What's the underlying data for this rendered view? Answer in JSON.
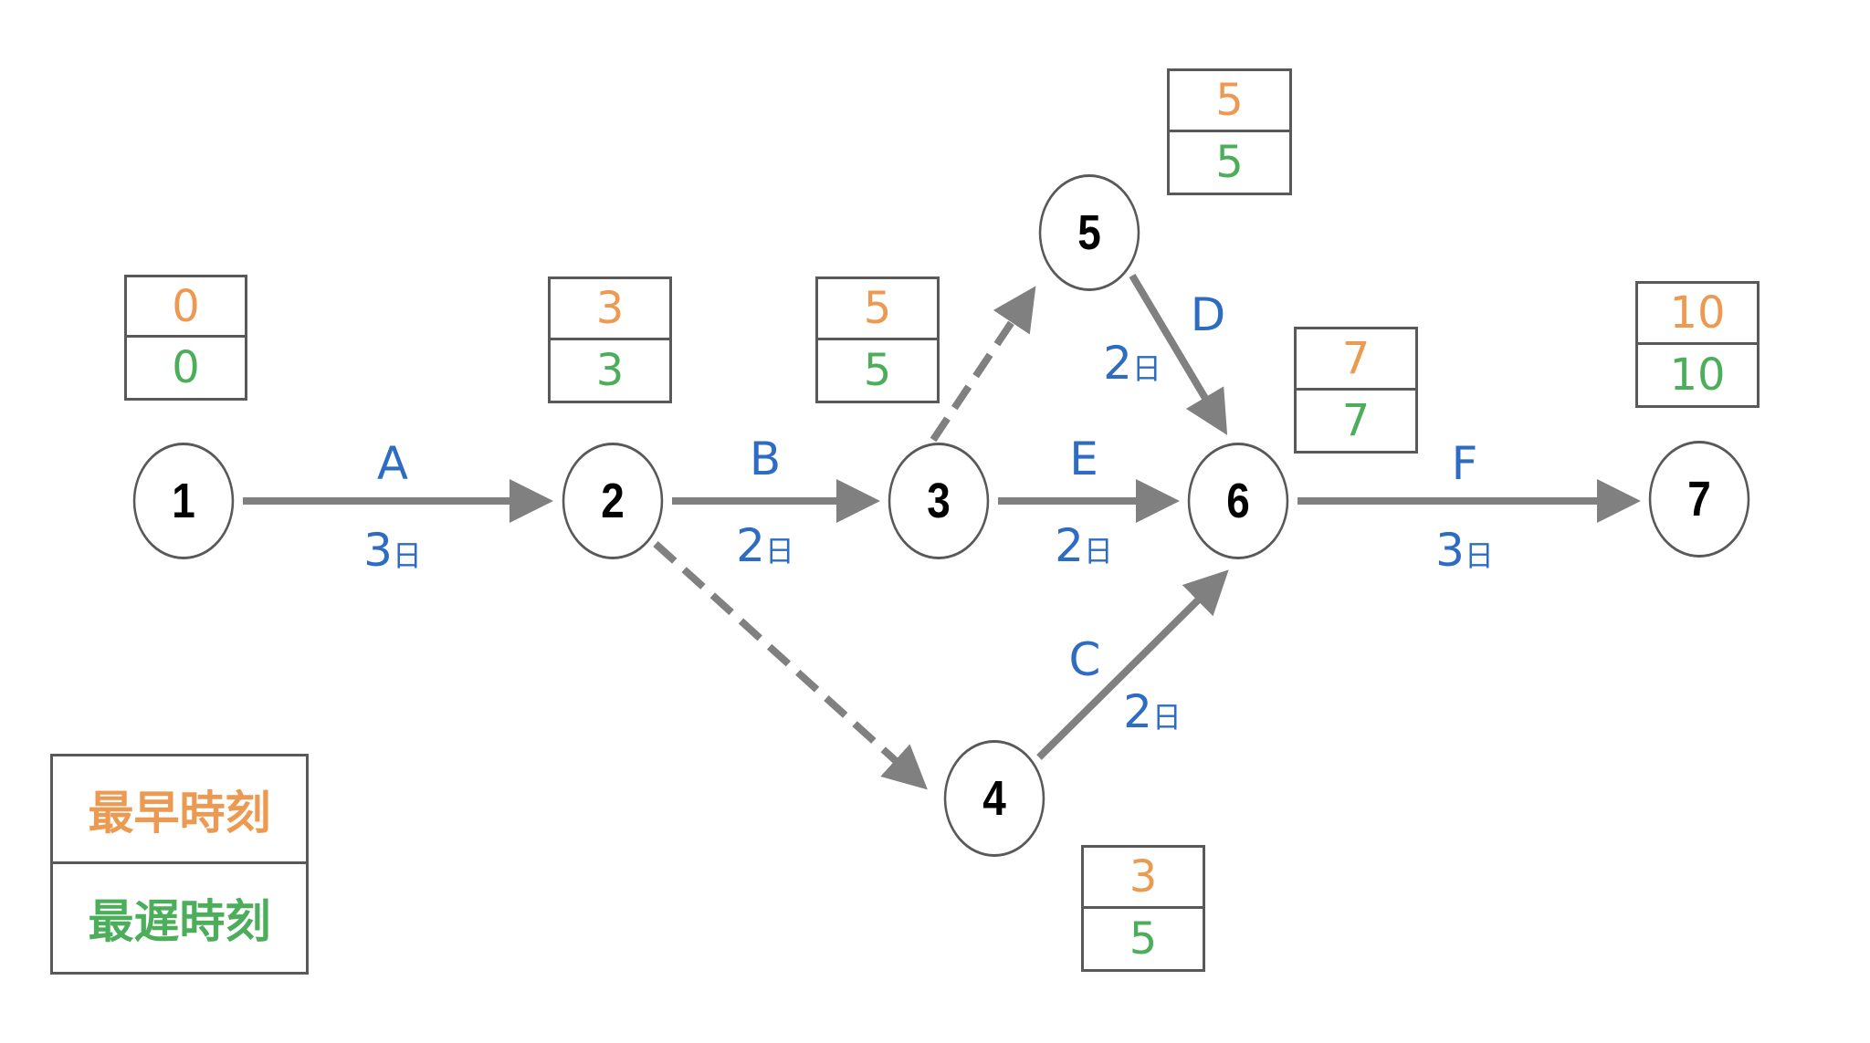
{
  "colors": {
    "earliest": "#ec9a52",
    "latest": "#4cae5b",
    "activity": "#2e6cc4",
    "arrow": "#808080",
    "border": "#595959"
  },
  "legend": {
    "earliest_label": "最早時刻",
    "latest_label": "最遅時刻"
  },
  "nodes": [
    {
      "id": "1",
      "earliest": "0",
      "latest": "0"
    },
    {
      "id": "2",
      "earliest": "3",
      "latest": "3"
    },
    {
      "id": "3",
      "earliest": "5",
      "latest": "5"
    },
    {
      "id": "4",
      "earliest": "3",
      "latest": "5"
    },
    {
      "id": "5",
      "earliest": "5",
      "latest": "5"
    },
    {
      "id": "6",
      "earliest": "7",
      "latest": "7"
    },
    {
      "id": "7",
      "earliest": "10",
      "latest": "10"
    }
  ],
  "activities": [
    {
      "name": "A",
      "from": "1",
      "to": "2",
      "duration": "3",
      "unit": "日"
    },
    {
      "name": "B",
      "from": "2",
      "to": "3",
      "duration": "2",
      "unit": "日"
    },
    {
      "name": "E",
      "from": "3",
      "to": "6",
      "duration": "2",
      "unit": "日"
    },
    {
      "name": "D",
      "from": "5",
      "to": "6",
      "duration": "2",
      "unit": "日"
    },
    {
      "name": "C",
      "from": "4",
      "to": "6",
      "duration": "2",
      "unit": "日"
    },
    {
      "name": "F",
      "from": "6",
      "to": "7",
      "duration": "3",
      "unit": "日"
    }
  ],
  "dummies": [
    {
      "from": "2",
      "to": "4"
    },
    {
      "from": "3",
      "to": "5"
    }
  ]
}
